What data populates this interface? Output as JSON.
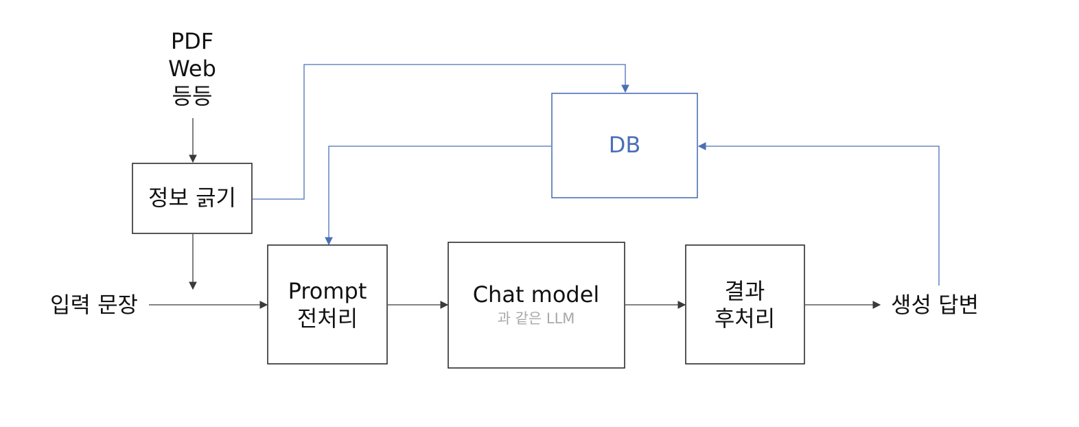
{
  "sources": {
    "line1": "PDF",
    "line2": "Web",
    "line3": "등등"
  },
  "nodes": {
    "extract": {
      "label": "정보 긁기"
    },
    "db": {
      "label": "DB"
    },
    "input": {
      "label": "입력 문장"
    },
    "prompt": {
      "line1": "Prompt",
      "line2": "전처리"
    },
    "chat": {
      "label": "Chat model",
      "sub": "과 같은 LLM"
    },
    "post": {
      "line1": "결과",
      "line2": "후처리"
    },
    "output": {
      "label": "생성 답변"
    }
  },
  "colors": {
    "box": "#2b2b2b",
    "db_accent": "#4a6fb5",
    "sub_text": "#a8a8a8"
  }
}
